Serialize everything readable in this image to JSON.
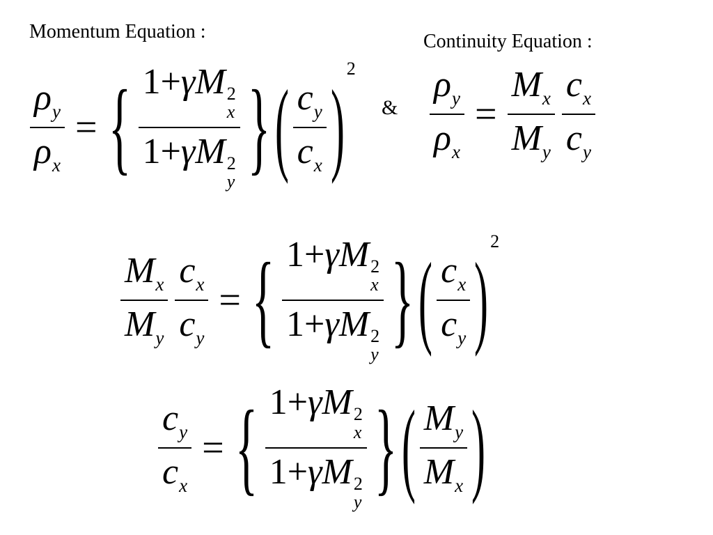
{
  "headings": {
    "momentum": "Momentum Equation :",
    "continuity": "Continuity Equation :"
  },
  "symbols": {
    "rho": "ρ",
    "gamma": "γ",
    "M": "M",
    "c": "c",
    "one": "1",
    "plus": "+",
    "equals": "=",
    "two": "2",
    "x": "x",
    "y": "y",
    "ampersand": "&"
  },
  "equations": [
    "ρy/ρx = {(1+γMx²)/(1+γMy²)}(cy/cx)²",
    "ρy/ρx = (Mx/My)(cx/cy)",
    "(Mx/My)(cx/cy) = {(1+γMx²)/(1+γMy²)}(cx/cy)²",
    "cy/cx = {(1+γMx²)/(1+γMy²)}(My/Mx)"
  ]
}
